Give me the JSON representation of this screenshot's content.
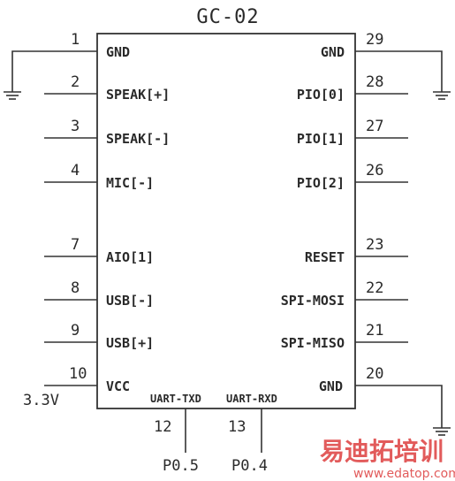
{
  "title": "GC-02",
  "left_pins": [
    {
      "number": "1",
      "label": "GND"
    },
    {
      "number": "2",
      "label": "SPEAK[+]"
    },
    {
      "number": "3",
      "label": "SPEAK[-]"
    },
    {
      "number": "4",
      "label": "MIC[-]"
    },
    {
      "number": "7",
      "label": "AIO[1]"
    },
    {
      "number": "8",
      "label": "USB[-]"
    },
    {
      "number": "9",
      "label": "USB[+]"
    },
    {
      "number": "10",
      "label": "VCC"
    }
  ],
  "right_pins": [
    {
      "number": "29",
      "label": "GND"
    },
    {
      "number": "28",
      "label": "PIO[0]"
    },
    {
      "number": "27",
      "label": "PIO[1]"
    },
    {
      "number": "26",
      "label": "PIO[2]"
    },
    {
      "number": "23",
      "label": "RESET"
    },
    {
      "number": "22",
      "label": "SPI-MOSI"
    },
    {
      "number": "21",
      "label": "SPI-MISO"
    },
    {
      "number": "20",
      "label": "GND"
    }
  ],
  "bottom_pins": [
    {
      "number": "12",
      "label": "UART-TXD",
      "net": "P0.5"
    },
    {
      "number": "13",
      "label": "UART-RXD",
      "net": "P0.4"
    }
  ],
  "supply_label": "3.3V",
  "watermark": {
    "text": "易迪拓培训",
    "url": "www.edatop.com",
    "color": "#e25b5b"
  }
}
